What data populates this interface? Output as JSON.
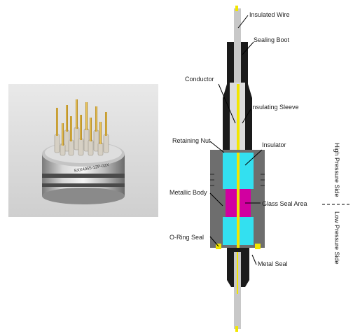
{
  "photo": {
    "engraving": "SXX4955-12P-02X"
  },
  "labels": {
    "insulated_wire": "Insulated Wire",
    "sealing_boot": "Sealing Boot",
    "conductor": "Conductor",
    "insulating_sleeve": "Insulating Sleeve",
    "retaining_nut": "Retaining Nut",
    "insulator": "Insulator",
    "metallic_body": "Metallic Body",
    "glass_seal_area": "Glass Seal Area",
    "o_ring_seal": "O-Ring Seal",
    "metal_seal": "Metal Seal"
  },
  "sides": {
    "high": "High Pressure Side",
    "low": "Low Pressure Side"
  },
  "colors": {
    "black_rubber": "#1a1a1a",
    "metal_gray": "#6e6e6e",
    "wire_gray": "#c8c8c8",
    "conductor_yellow": "#f2e600",
    "insulator_cyan": "#33e0f0",
    "glass_magenta": "#d100a0",
    "leader_line": "#000000"
  }
}
